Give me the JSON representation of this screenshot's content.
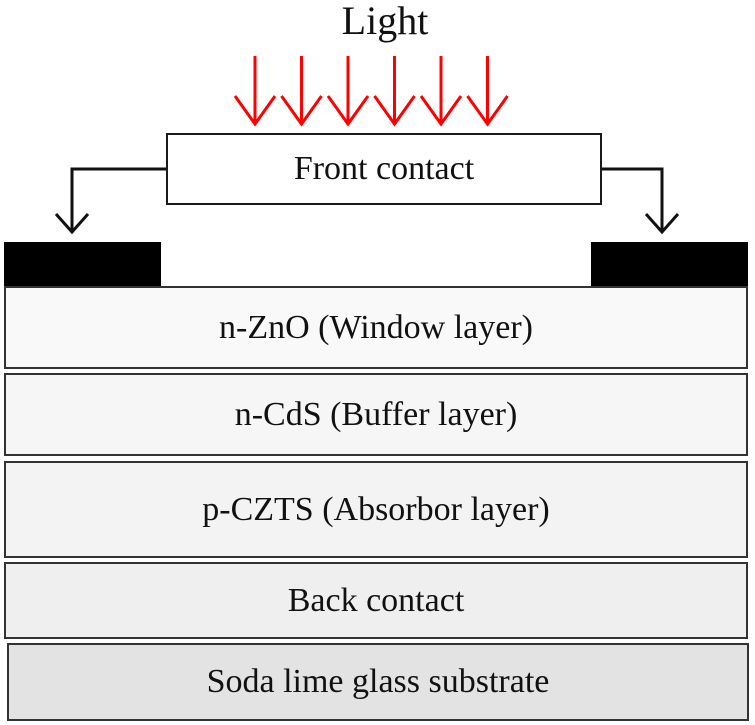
{
  "light": {
    "label": "Light",
    "arrow_count": 6,
    "arrow_color": "#ff0000"
  },
  "front_contact": {
    "label": "Front contact"
  },
  "electrodes": {
    "color": "#000000"
  },
  "layers": [
    {
      "label": "n-ZnO (Window layer)"
    },
    {
      "label": "n-CdS (Buffer layer)"
    },
    {
      "label": "p-CZTS (Absorbor layer)"
    },
    {
      "label": "Back contact"
    },
    {
      "label": "Soda lime glass substrate"
    }
  ]
}
